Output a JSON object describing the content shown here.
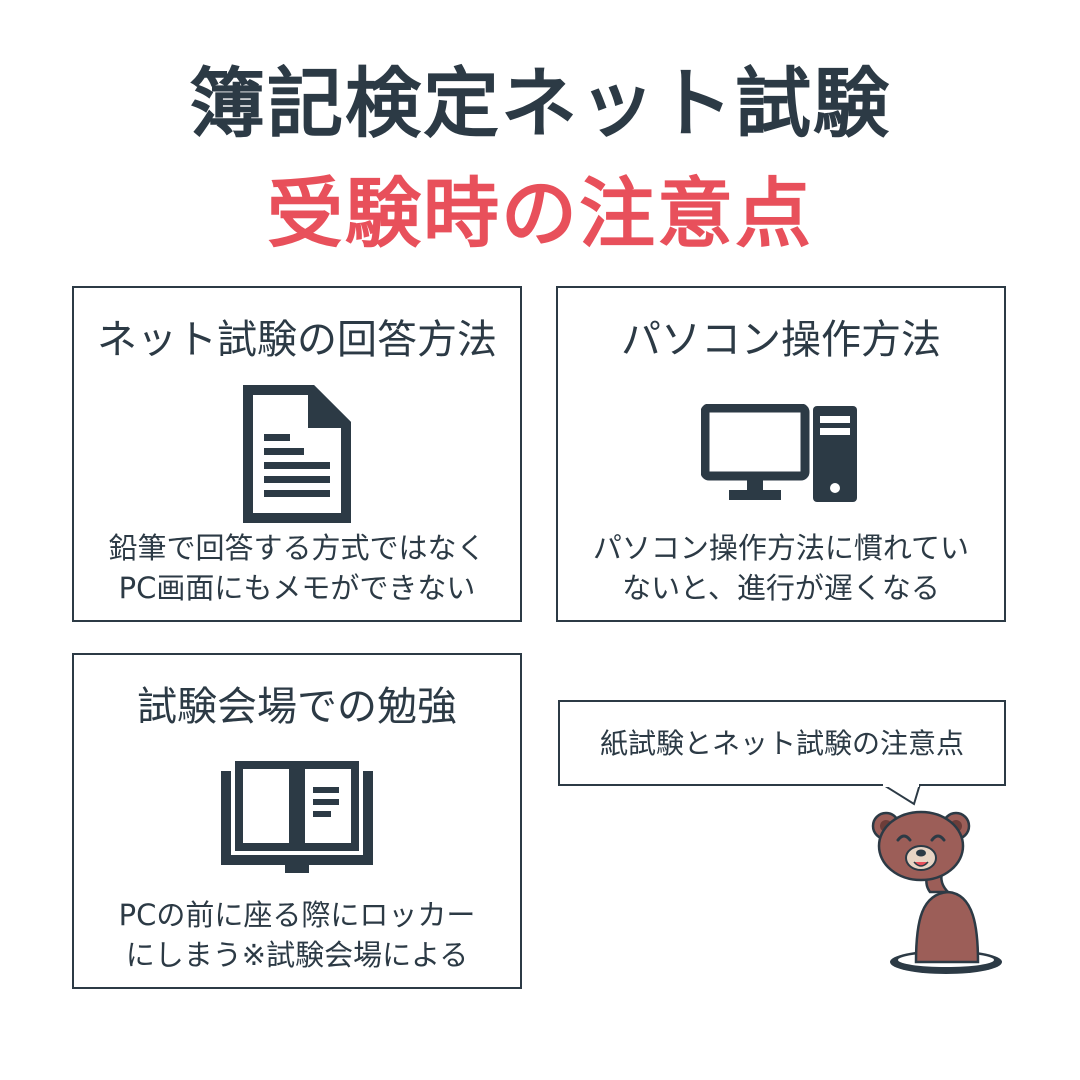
{
  "header": {
    "title": "簿記検定ネット試験",
    "subtitle": "受験時の注意点"
  },
  "cards": [
    {
      "title": "ネット試験の回答方法",
      "icon": "document-icon",
      "desc_line1": "鉛筆で回答する方式ではなく",
      "desc_line2": "PC画面にもメモができない"
    },
    {
      "title": "パソコン操作方法",
      "icon": "desktop-computer-icon",
      "desc_line1": "パソコン操作方法に慣れてい",
      "desc_line2": "ないと、進行が遅くなる"
    },
    {
      "title": "試験会場での勉強",
      "icon": "open-book-icon",
      "desc_line1": "PCの前に座る際にロッカー",
      "desc_line2": "にしまう※試験会場による"
    }
  ],
  "speech_bubble": {
    "text": "紙試験とネット試験の注意点"
  },
  "colors": {
    "dark": "#2c3a45",
    "accent": "#e8505b",
    "bear": "#9c5e58"
  }
}
